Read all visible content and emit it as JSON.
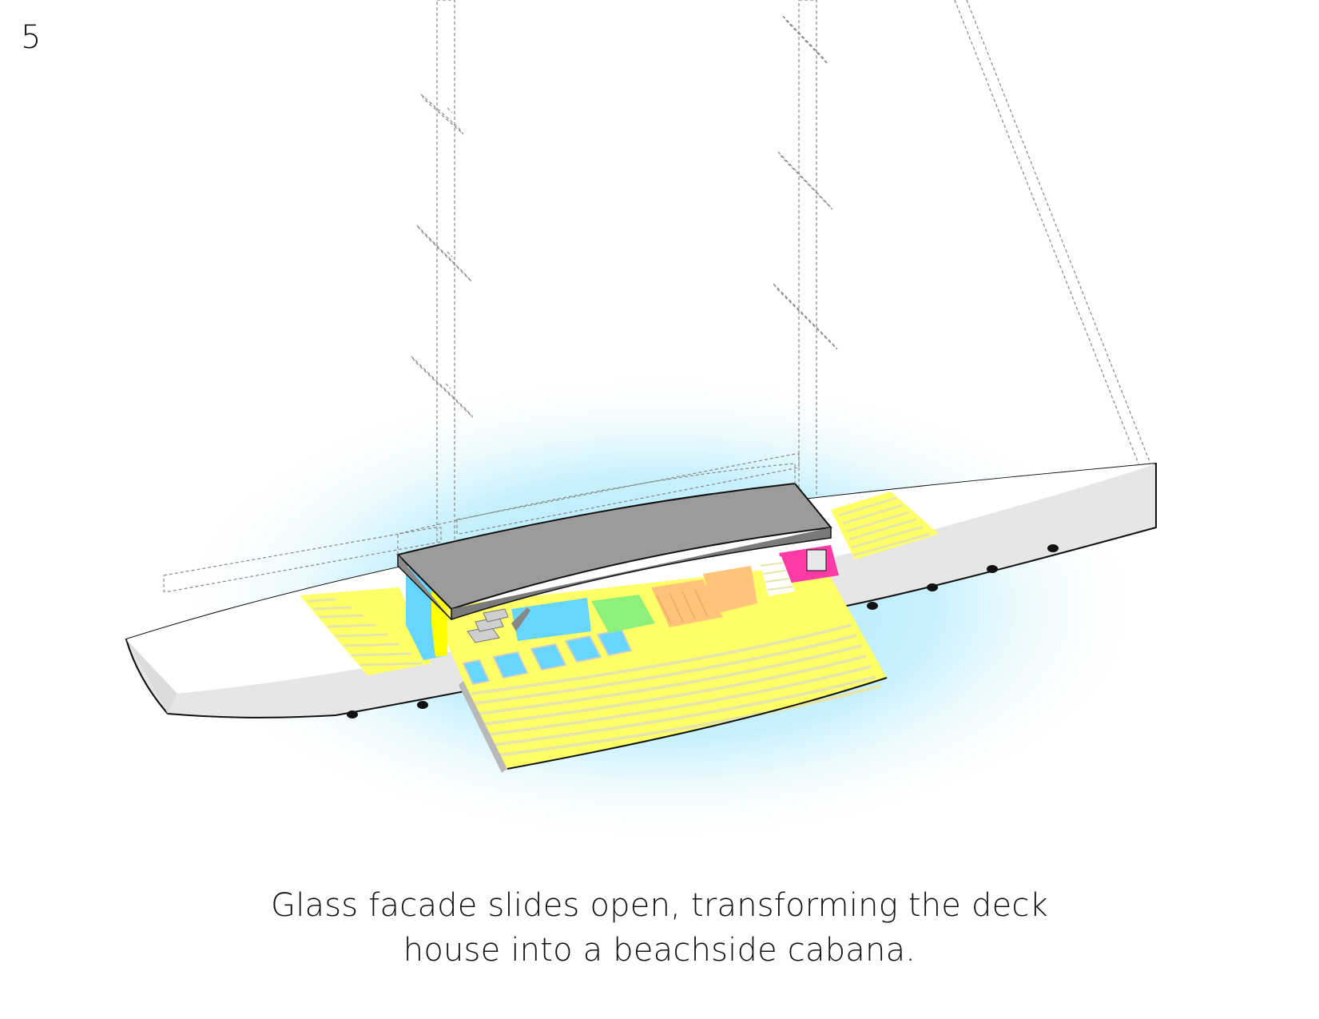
{
  "step_number": "5",
  "caption": {
    "line1": "Glass facade slides open, transforming the deck",
    "line2": "house into a beachside cabana."
  },
  "colors": {
    "water_glow": "#a8e6fb",
    "hull": "#e6e6e6",
    "hull_white": "#ffffff",
    "deck": "#ffff66",
    "deck_stripe": "#e9e9a8",
    "roof": "#9b9b9b",
    "glass": "#66d6ff",
    "lawn": "#8df07a",
    "furniture": "#ffc47a",
    "pink": "#ff3aa6",
    "porthole": "#111111",
    "dashed": "#888888"
  }
}
